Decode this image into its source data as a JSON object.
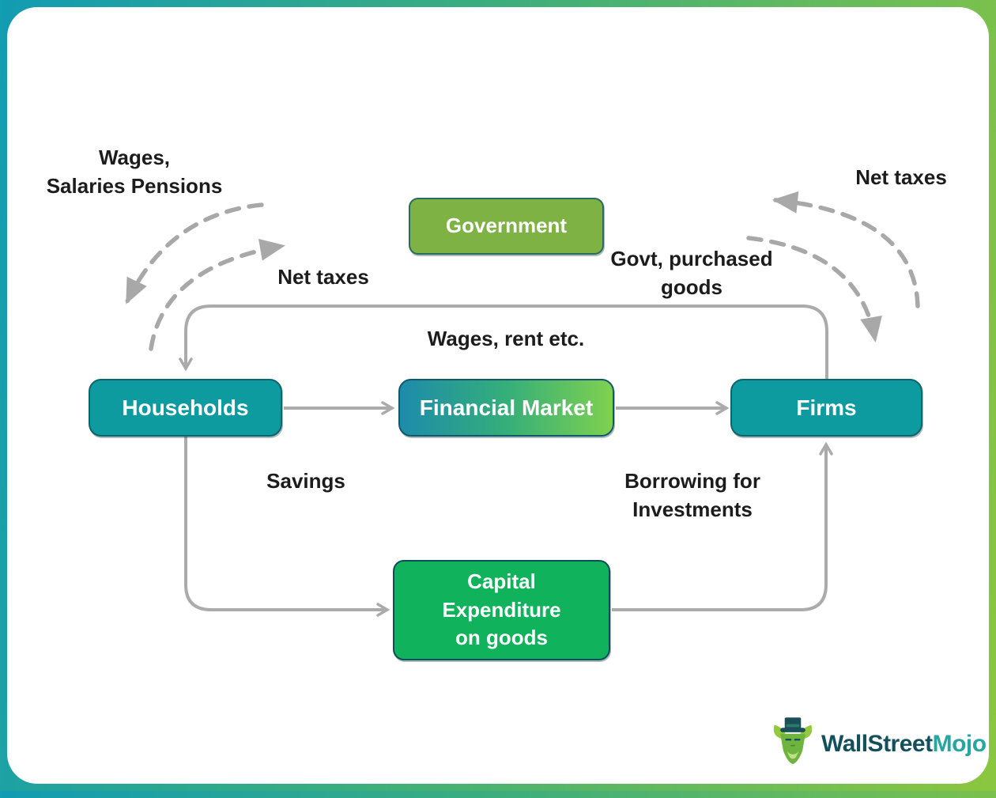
{
  "nodes": {
    "government": {
      "label": "Government",
      "color": "#7EB244"
    },
    "households": {
      "label": "Households",
      "color": "#0D9BA0"
    },
    "financial_market": {
      "label": "Financial Market",
      "color_start": "#1C8CAB",
      "color_end": "#7FD150"
    },
    "firms": {
      "label": "Firms",
      "color": "#0D9BA0"
    },
    "capital_expenditure": {
      "label": "Capital\nExpenditure\non goods",
      "color": "#10B25C"
    }
  },
  "flow_labels": {
    "wages_salaries_pensions": "Wages,\nSalaries Pensions",
    "net_taxes_left": "Net taxes",
    "net_taxes_right": "Net taxes",
    "govt_purchased_goods": "Govt, purchased\ngoods",
    "wages_rent": "Wages, rent etc.",
    "savings": "Savings",
    "borrowing_for_investments": "Borrowing for\nInvestments"
  },
  "branding": {
    "brand_primary": "WallStreet",
    "brand_accent": "Mojo",
    "primary_color": "#14505C",
    "accent_color": "#27A5A2",
    "mascot": "bull-with-top-hat"
  },
  "style": {
    "frame_gradient_start": "#129CB2",
    "frame_gradient_end": "#8CC63F",
    "arrow_color": "#ABABAB",
    "dashed_arrow_color": "#A8A8A8",
    "text_color": "#1C1C1C",
    "canvas_background": "#FFFFFF"
  }
}
